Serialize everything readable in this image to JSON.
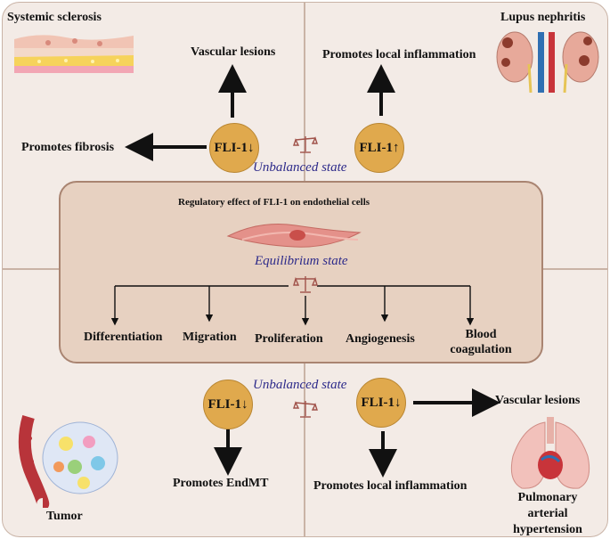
{
  "quadrants": {
    "top_left": {
      "title": "Systemic sclerosis",
      "effects": [
        "Vascular lesions",
        "Promotes fibrosis"
      ],
      "factor": "FLI-1↓"
    },
    "top_right": {
      "title": "Lupus nephritis",
      "effects": [
        "Promotes local inflammation"
      ],
      "factor": "FLI-1↑"
    },
    "bottom_left": {
      "title": "Tumor",
      "effects": [
        "Promotes EndMT"
      ],
      "factor": "FLI-1↓"
    },
    "bottom_right": {
      "title": "Pulmonary arterial hypertension",
      "title_lines": [
        "Pulmonary",
        "arterial",
        "hypertension"
      ],
      "effects": [
        "Vascular lesions",
        "Promotes local inflammation"
      ],
      "factor": "FLI-1↓"
    }
  },
  "states": {
    "top": "Unbalanced state",
    "center": "Equilibrium state",
    "bottom": "Unbalanced state"
  },
  "center": {
    "title": "Regulatory effect of  FLI-1 on endothelial cells",
    "functions": [
      "Differentiation",
      "Migration",
      "Proliferation",
      "Angiogenesis",
      "Blood coagulation"
    ],
    "blood_lines": [
      "Blood",
      "coagulation"
    ]
  },
  "icons": [
    "balance-scale-icon",
    "endothelial-cell-icon",
    "skin-tissue-icon",
    "kidney-icon",
    "tumor-vessel-icon",
    "lungs-icon"
  ]
}
